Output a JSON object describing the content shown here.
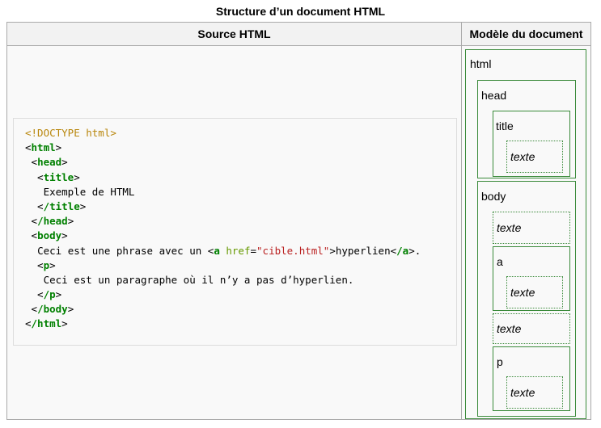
{
  "caption": "Structure d’un document HTML",
  "headers": {
    "source": "Source HTML",
    "model": "Modèle du document"
  },
  "code": {
    "doctype": "<!DOCTYPE html>",
    "html_open": "html",
    "head_open": "head",
    "title_open": "title",
    "title_text": "Exemple de HTML",
    "title_close": "/title",
    "head_close": "/head",
    "body_open": "body",
    "body_text": "Ceci est une phrase avec un ",
    "a_tag": "a",
    "a_attr": "href",
    "a_val": "\"cible.html\"",
    "a_text": "hyperlien",
    "a_close": "/a",
    "p_open": "p",
    "p_text": "Ceci est un paragraphe où il n’y a pas d’hyperlien.",
    "p_close": "/p",
    "body_close": "/body",
    "html_close": "/html"
  },
  "model": {
    "html": "html",
    "head": "head",
    "title": "title",
    "texte": "texte",
    "body": "body",
    "a": "a",
    "p": "p"
  }
}
